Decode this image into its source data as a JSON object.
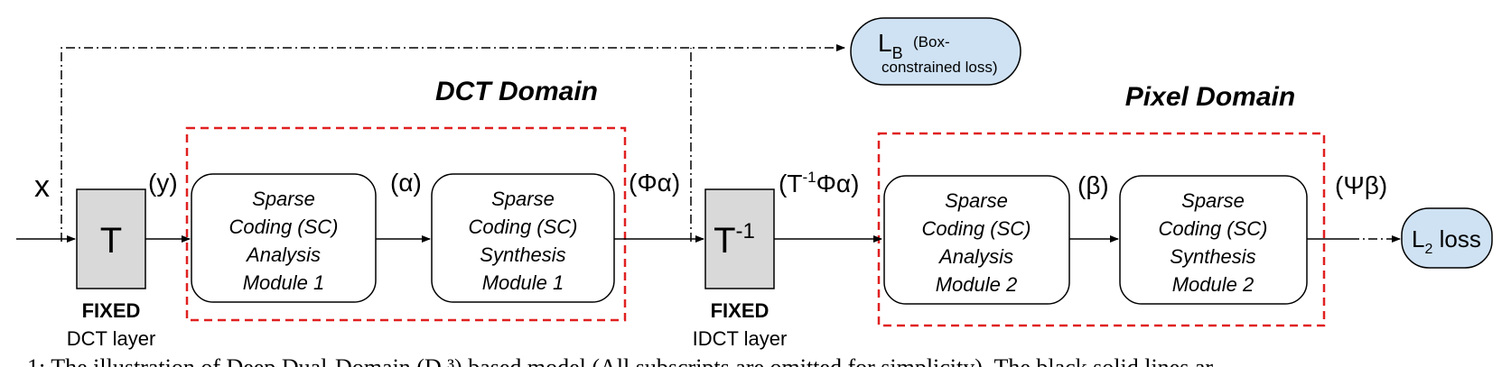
{
  "input_label": "x",
  "dct_block": {
    "symbol": "T",
    "fixed": "FIXED",
    "layer": "DCT layer"
  },
  "idct_block": {
    "symbol": "T",
    "superscript": "-1",
    "fixed": "FIXED",
    "layer": "IDCT layer"
  },
  "signals": {
    "y": "(y)",
    "alpha": "(α)",
    "phi_alpha": "(Φα)",
    "t_inv_open": "(T",
    "t_inv_sup": "-1",
    "t_inv_close": "Φα)",
    "beta": "(β)",
    "psi_beta": "(Ψβ)"
  },
  "domains": {
    "dct": "DCT Domain",
    "pixel": "Pixel Domain"
  },
  "modules": [
    {
      "lines": [
        "Sparse",
        "Coding (SC)",
        "Analysis",
        "Module 1"
      ]
    },
    {
      "lines": [
        "Sparse",
        "Coding (SC)",
        "Synthesis",
        "Module 1"
      ]
    },
    {
      "lines": [
        "Sparse",
        "Coding (SC)",
        "Analysis",
        "Module 2"
      ]
    },
    {
      "lines": [
        "Sparse",
        "Coding (SC)",
        "Synthesis",
        "Module 2"
      ]
    }
  ],
  "lb_loss": {
    "main": "L",
    "sub": "B",
    "note_line1": "(Box-",
    "note_line2": "constrained loss)"
  },
  "l2_loss": {
    "main": "L",
    "sub": "2",
    "rest": " loss"
  },
  "caption": "1: The illustration of Deep Dual-Domain (D ³) based model (All subscripts are omitted for simplicity). The black solid lines ar"
}
